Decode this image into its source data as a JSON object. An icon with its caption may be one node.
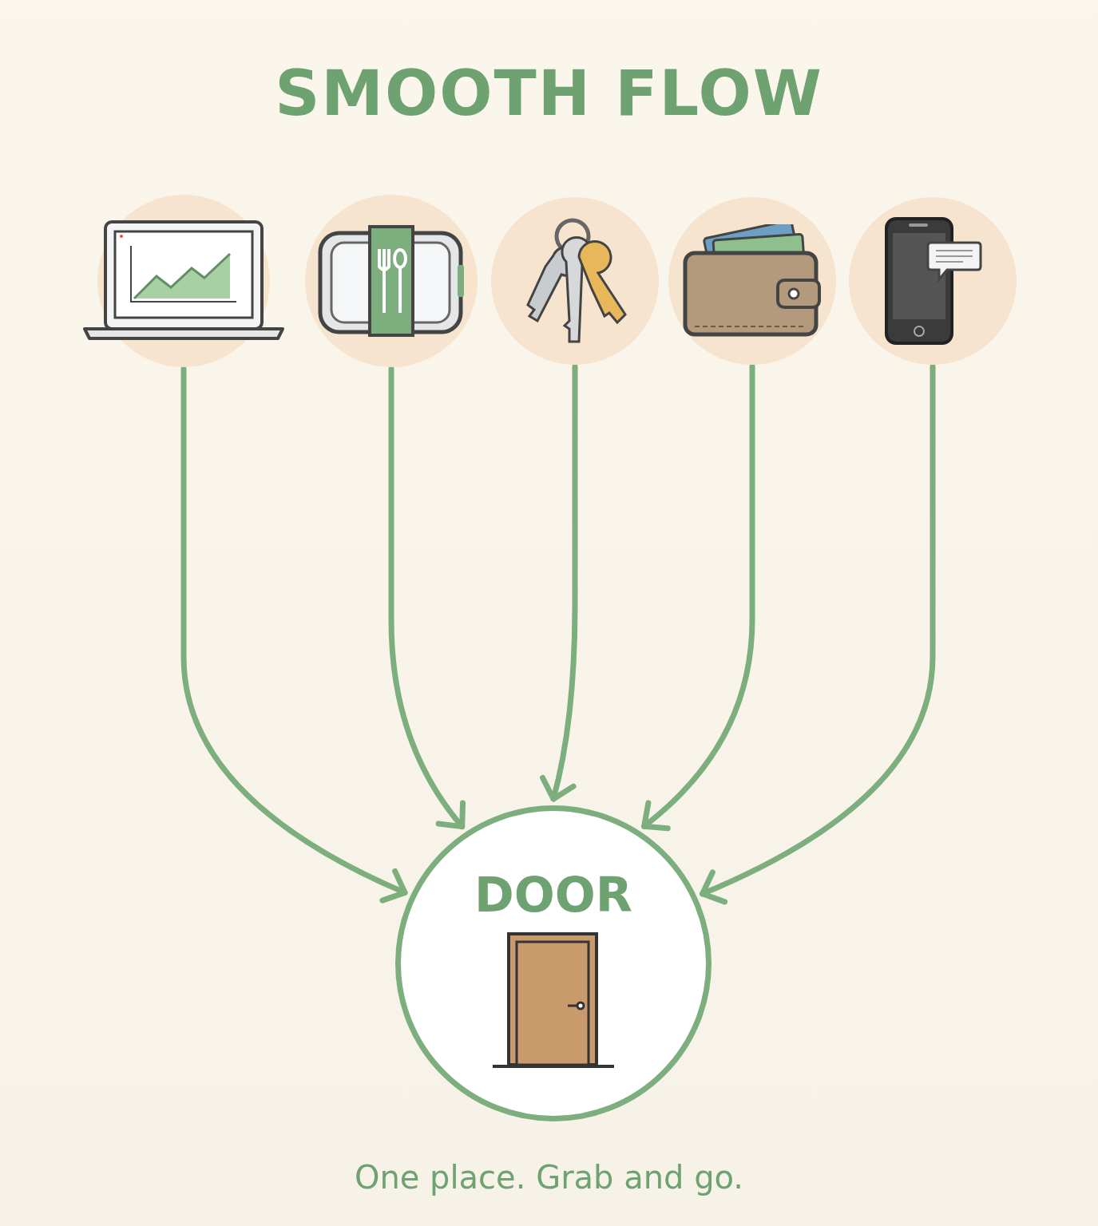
{
  "diagram": {
    "title": "SMOOTH FLOW",
    "caption": "One place. Grab and go.",
    "nodes": [
      {
        "text": [],
        "shape": "picture"
      },
      {
        "text": [],
        "shape": "picture"
      },
      {
        "text": [],
        "shape": "picture"
      },
      {
        "text": [],
        "shape": "picture"
      },
      {
        "text": [],
        "shape": "picture"
      },
      {
        "text": [
          "DOOR"
        ]
      }
    ],
    "edges": [
      {
        "from": 0,
        "to": 5,
        "arrow": "to"
      },
      {
        "from": 1,
        "to": 5,
        "arrow": "to"
      },
      {
        "from": 2,
        "to": 5,
        "arrow": "to"
      },
      {
        "from": 3,
        "to": 5,
        "arrow": "to"
      },
      {
        "from": 4,
        "to": 5,
        "arrow": "to"
      }
    ]
  }
}
